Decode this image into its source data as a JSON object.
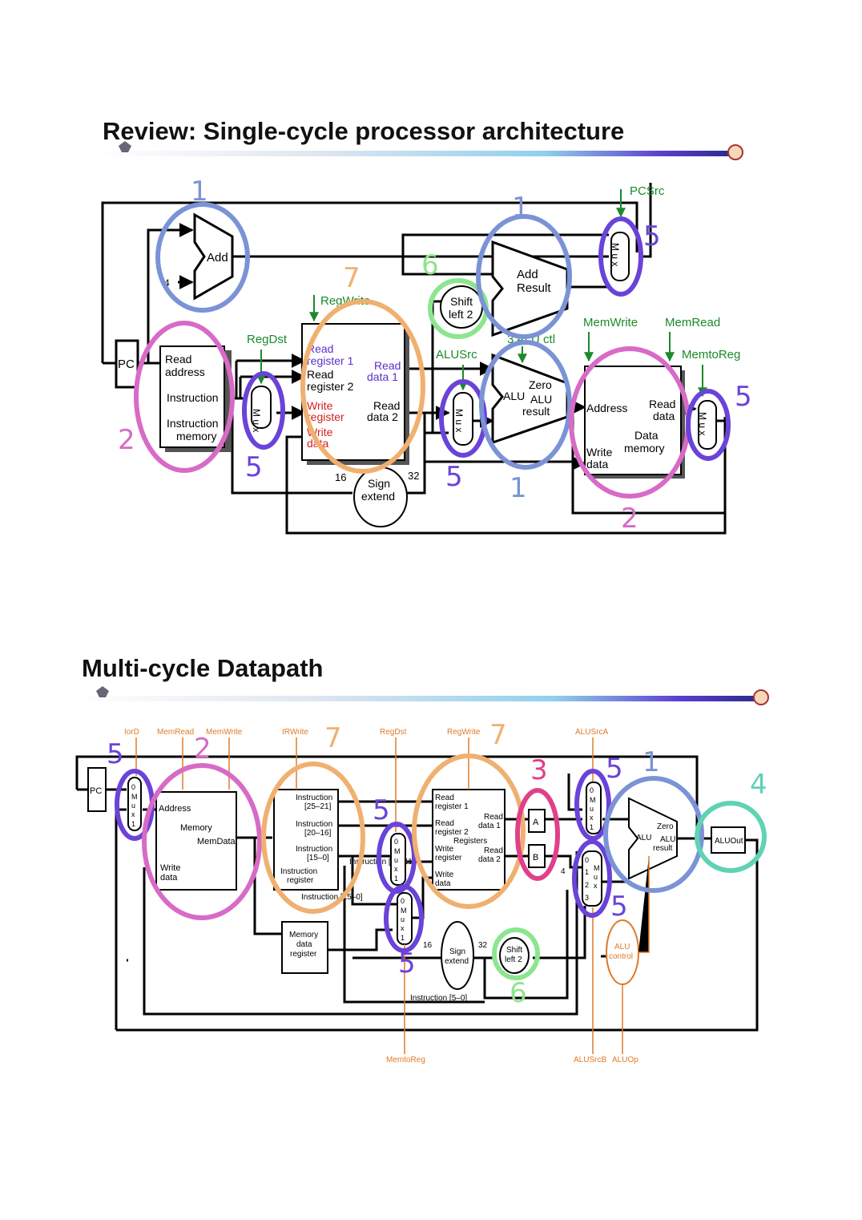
{
  "slides": [
    {
      "title": "Review: Single-cycle processor architecture",
      "labels": {
        "add": "Add",
        "four": "4",
        "pc": "PC",
        "read_address": [
          "Read",
          "address"
        ],
        "instruction": "Instruction",
        "instruction_memory": [
          "Instruction",
          "memory"
        ],
        "regdst": "RegDst",
        "regwrite": "RegWrite",
        "read_register1": [
          "Read",
          "register 1"
        ],
        "read_register2": [
          "Read",
          "register 2"
        ],
        "write_register": [
          "Write",
          "register"
        ],
        "write_data": [
          "Write",
          "data"
        ],
        "read_data1": [
          "Read",
          "data 1"
        ],
        "read_data2": [
          "Read",
          "data 2"
        ],
        "sign_extend": [
          "Sign",
          "extend"
        ],
        "n16": "16",
        "n32": "32",
        "shift_left2": [
          "Shift",
          "left 2"
        ],
        "add_result": [
          "Add",
          "Result"
        ],
        "alusrc": "ALUSrc",
        "aluctl": "3  ALU ctl",
        "alu": "ALU",
        "zero": "Zero",
        "alu_result": [
          "ALU",
          "result"
        ],
        "pcsrc": "PCSrc",
        "memwrite": "MemWrite",
        "memread": "MemRead",
        "memtoreg": "MemtoReg",
        "address": "Address",
        "dm_read_data": [
          "Read",
          "data"
        ],
        "data_memory": [
          "Data",
          "memory"
        ],
        "dm_write_data": [
          "Write",
          "data"
        ],
        "mux": "M u x"
      },
      "annotations": [
        "1",
        "1",
        "1",
        "2",
        "2",
        "5",
        "5",
        "5",
        "5",
        "5",
        "6",
        "7"
      ]
    },
    {
      "title": "Multi-cycle Datapath",
      "labels": {
        "iord": "IorD",
        "memread": "MemRead",
        "memwrite": "MemWrite",
        "irwrite": "IRWrite",
        "regdst": "RegDst",
        "regwrite": "RegWrite",
        "alusrca": "ALUSrcA",
        "pc": "PC",
        "address": "Address",
        "memory": "Memory",
        "memdata": "MemData",
        "write_data": [
          "Write",
          "data"
        ],
        "instr_25_21": [
          "Instruction",
          "[25–21]"
        ],
        "instr_20_16": [
          "Instruction",
          "[20–16]"
        ],
        "instr_15_0": [
          "Instruction",
          "[15–0]"
        ],
        "instruction_register": [
          "Instruction",
          "register"
        ],
        "instr_15_11": "Instruction [15–11]",
        "instr_15_0b": "Instruction [15–0]",
        "mdr": [
          "Memory",
          "data",
          "register"
        ],
        "read_register1": [
          "Read",
          "register 1"
        ],
        "read_register2": [
          "Read",
          "register 2"
        ],
        "registers": "Registers",
        "write_register": [
          "Write",
          "register"
        ],
        "rf_write_data": [
          "Write",
          "data"
        ],
        "read_data1": [
          "Read",
          "data 1"
        ],
        "read_data2": [
          "Read",
          "data 2"
        ],
        "a": "A",
        "b": "B",
        "four": "4",
        "alu": "ALU",
        "zero": "Zero",
        "alu_result": [
          "ALU",
          "result"
        ],
        "aluout": "ALUOut",
        "sign_extend": [
          "Sign",
          "extend"
        ],
        "n16": "16",
        "n32": "32",
        "shift_left2": [
          "Shift",
          "left 2"
        ],
        "alu_control": [
          "ALU",
          "control"
        ],
        "instr_5_0": "Instruction [5–0]",
        "memtoreg": "MemtoReg",
        "alusrcb": "ALUSrcB",
        "aluop": "ALUOp",
        "mux2": [
          "0",
          "M",
          "u",
          "x",
          "1"
        ],
        "mux4": [
          "0",
          "1",
          "2",
          "3"
        ],
        "mux4_mux": [
          "M",
          "u",
          "x"
        ]
      },
      "annotations": [
        "1",
        "2",
        "3",
        "4",
        "5",
        "5",
        "5",
        "5",
        "5",
        "5",
        "6",
        "7",
        "7"
      ]
    }
  ],
  "colors": {
    "control_green": "#1a8a2a",
    "control_orange": "#e07a28",
    "purple_text": "#5b2fc9",
    "red_text": "#d42020",
    "circle_blue": "#7b93d6",
    "circle_pink": "#d76bc6",
    "circle_orange": "#f0b070",
    "circle_purple": "#6a43d8",
    "circle_green": "#8de58d",
    "circle_magenta": "#e0408a",
    "circle_teal": "#5fd3b4"
  }
}
